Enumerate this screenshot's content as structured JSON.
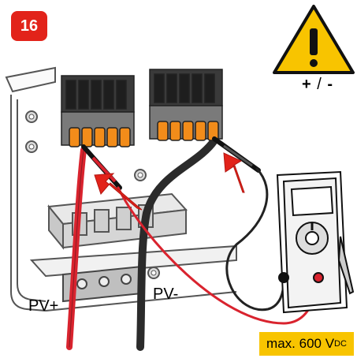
{
  "step": {
    "number": "16"
  },
  "warning": {
    "icon": "warning-triangle-icon",
    "polarity_plus": "+",
    "polarity_sep": " / ",
    "polarity_minus": "-"
  },
  "labels": {
    "pv_plus": "PV+",
    "pv_minus": "PV-"
  },
  "voltage": {
    "prefix": "max. 600 V",
    "subscript": "DC"
  },
  "colors": {
    "step_badge": "#e2231a",
    "warning_yellow": "#f8c400",
    "connector_orange": "#f28c1a",
    "probe_red": "#d9232e",
    "cable_dark": "#2b2b2b"
  }
}
